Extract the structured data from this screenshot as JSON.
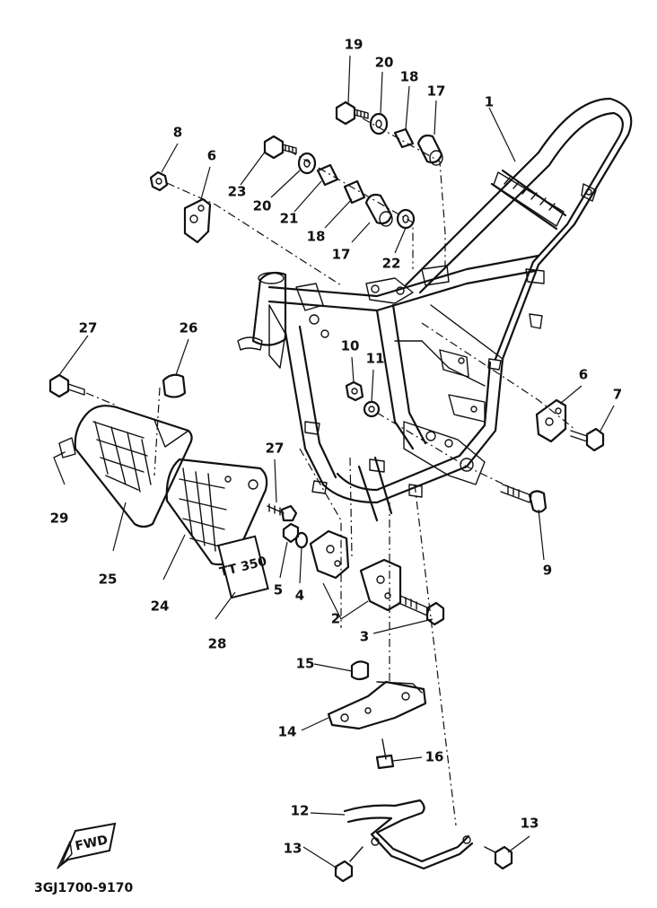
{
  "diagram": {
    "callouts": [
      {
        "id": "c1",
        "label": "1"
      },
      {
        "id": "c2",
        "label": "2"
      },
      {
        "id": "c3",
        "label": "3"
      },
      {
        "id": "c4",
        "label": "4"
      },
      {
        "id": "c5",
        "label": "5"
      },
      {
        "id": "c6a",
        "label": "6"
      },
      {
        "id": "c6b",
        "label": "6"
      },
      {
        "id": "c7",
        "label": "7"
      },
      {
        "id": "c8",
        "label": "8"
      },
      {
        "id": "c9",
        "label": "9"
      },
      {
        "id": "c10",
        "label": "10"
      },
      {
        "id": "c11",
        "label": "11"
      },
      {
        "id": "c12",
        "label": "12"
      },
      {
        "id": "c13a",
        "label": "13"
      },
      {
        "id": "c13b",
        "label": "13"
      },
      {
        "id": "c14",
        "label": "14"
      },
      {
        "id": "c15",
        "label": "15"
      },
      {
        "id": "c16",
        "label": "16"
      },
      {
        "id": "c17a",
        "label": "17"
      },
      {
        "id": "c17b",
        "label": "17"
      },
      {
        "id": "c18a",
        "label": "18"
      },
      {
        "id": "c18b",
        "label": "18"
      },
      {
        "id": "c19",
        "label": "19"
      },
      {
        "id": "c20a",
        "label": "20"
      },
      {
        "id": "c20b",
        "label": "20"
      },
      {
        "id": "c21",
        "label": "21"
      },
      {
        "id": "c22",
        "label": "22"
      },
      {
        "id": "c23",
        "label": "23"
      },
      {
        "id": "c24",
        "label": "24"
      },
      {
        "id": "c25",
        "label": "25"
      },
      {
        "id": "c26",
        "label": "26"
      },
      {
        "id": "c27a",
        "label": "27"
      },
      {
        "id": "c27b",
        "label": "27"
      },
      {
        "id": "c28",
        "label": "28"
      },
      {
        "id": "c29",
        "label": "29"
      }
    ],
    "direction_badge": "FWD",
    "side_cover_logo": "TT 350",
    "diagram_code": "3GJ1700-9170"
  }
}
